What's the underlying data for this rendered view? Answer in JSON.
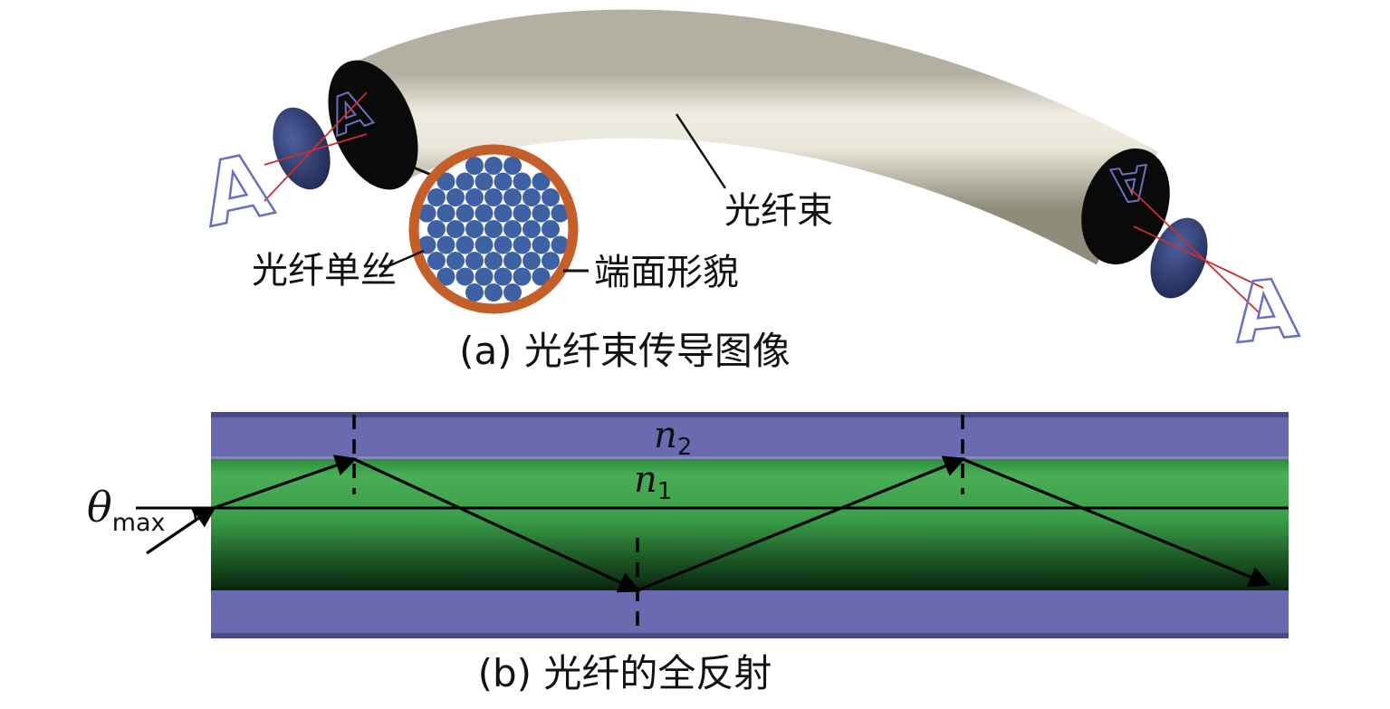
{
  "panel_a": {
    "caption": "(a) 光纤束传导图像",
    "labels": {
      "filament": "光纤单丝",
      "end_face": "端面形貌",
      "bundle": "光纤束",
      "letter": "A"
    },
    "colors": {
      "ring": "#c55f2a",
      "filament_fill": "#3e61a4",
      "tube_light": "#efede2",
      "tube_dark": "#8f8c7a",
      "lens_dark": "#1a2248",
      "lens_light": "#4d5f9e",
      "ray": "#c92f2f",
      "letter_stroke": "#6b6fc0",
      "end_cap": "#0a0a0a"
    }
  },
  "panel_b": {
    "caption": "(b) 光纤的全反射",
    "labels": {
      "theta_symbol": "θ",
      "theta_sub": "max",
      "n_core_symbol": "n",
      "n_core_sub": "1",
      "n_clad_symbol": "n",
      "n_clad_sub": "2"
    },
    "colors": {
      "cladding": "#6a6ab0",
      "cladding_edge": "#4a4a85",
      "interface_highlight": "#8c8cc6",
      "core_light": "#49ae56",
      "core_mid": "#3c9e4a",
      "core_dark": "#0a240f",
      "ray": "#000000"
    }
  }
}
